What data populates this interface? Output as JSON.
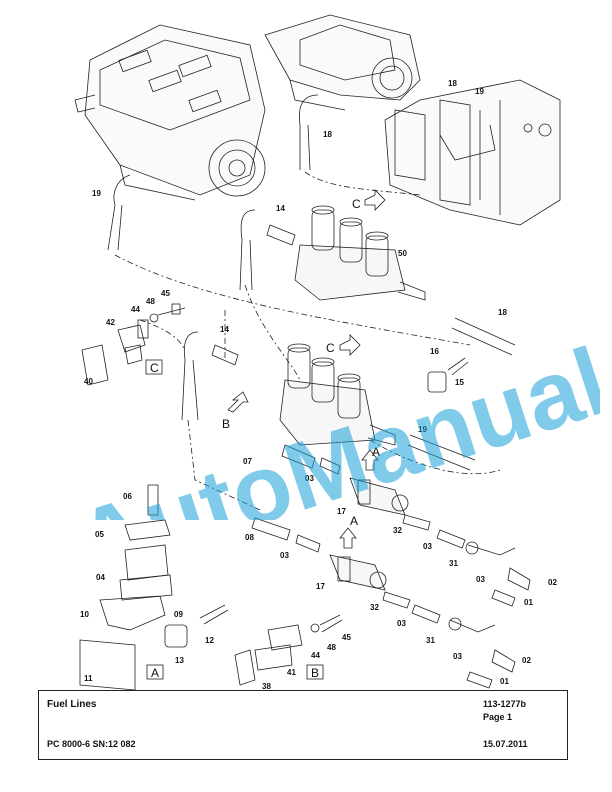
{
  "parts": {
    "p18a": "18",
    "p18b": "18",
    "p18c": "18",
    "p19a": "19",
    "p19b": "19",
    "p19c": "19",
    "p14a": "14",
    "p14b": "14",
    "p50": "50",
    "p16": "16",
    "p15": "15",
    "p42": "42",
    "p44a": "44",
    "p48a": "48",
    "p45a": "45",
    "p40": "40",
    "p07": "07",
    "p03a": "03",
    "p03b": "03",
    "p03c": "03",
    "p03d": "03",
    "p03e": "03",
    "p03f": "03",
    "p17a": "17",
    "p17b": "17",
    "p32a": "32",
    "p32b": "32",
    "p31a": "31",
    "p31b": "31",
    "p02a": "02",
    "p02b": "02",
    "p01a": "01",
    "p01b": "01",
    "p08": "08",
    "p06": "06",
    "p05": "05",
    "p04": "04",
    "p10": "10",
    "p09": "09",
    "p12": "12",
    "p11": "11",
    "p13": "13",
    "p45b": "45",
    "p48b": "48",
    "p44b": "44",
    "p41": "41",
    "p38": "38"
  },
  "callouts": {
    "c1": "C",
    "c2": "C",
    "c3": "C",
    "b1": "B",
    "b2": "B",
    "a1": "A",
    "a2": "A",
    "a3": "A"
  },
  "watermark": "AutoManual",
  "footer": {
    "title": "Fuel Lines",
    "doc_number": "113-1277b",
    "page": "Page 1",
    "machine": "PC 8000-6 SN:12 082",
    "date": "15.07.2011"
  }
}
